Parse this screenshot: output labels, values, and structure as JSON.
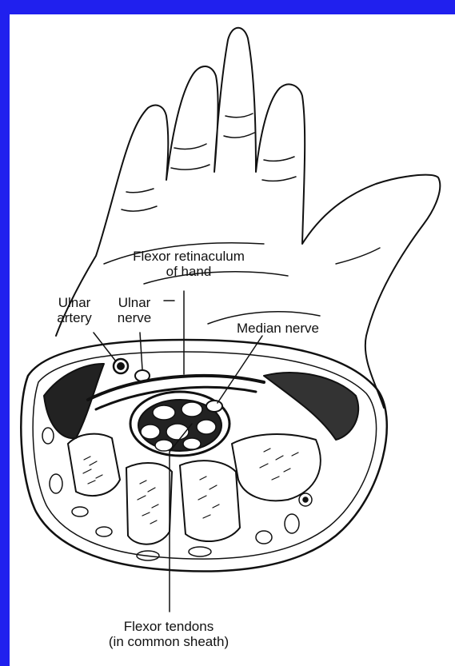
{
  "colors": {
    "background_border": "#2020ee",
    "canvas": "#ffffff",
    "ink": "#111111"
  },
  "labels": {
    "flexor_retinaculum_line1": "Flexor retinaculum",
    "flexor_retinaculum_line2": "of hand",
    "ulnar_nerve_line1": "Ulnar",
    "ulnar_nerve_line2": "nerve",
    "ulnar_artery_line1": "Ulnar",
    "ulnar_artery_line2": "artery",
    "median_nerve": "Median nerve",
    "flexor_tendons_line1": "Flexor tendons",
    "flexor_tendons_line2": "(in common sheath)"
  }
}
